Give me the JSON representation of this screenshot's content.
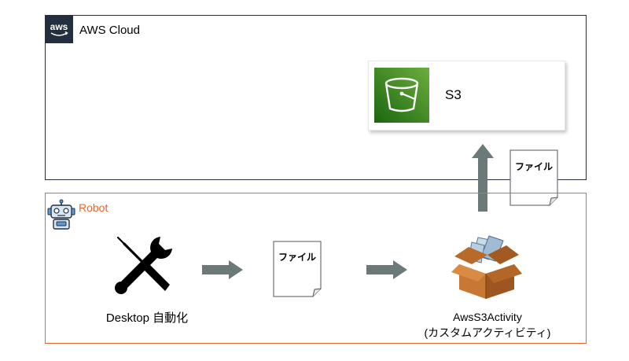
{
  "aws_group": {
    "title": "AWS Cloud",
    "icon": "aws-logo-icon"
  },
  "robot_group": {
    "title": "Robot",
    "icon": "robot-icon"
  },
  "s3": {
    "label": "S3",
    "icon": "s3-bucket-icon"
  },
  "file_upload": {
    "label": "ファイル",
    "icon": "document-icon"
  },
  "file_middle": {
    "label": "ファイル",
    "icon": "document-icon"
  },
  "desktop": {
    "label": "Desktop 自動化",
    "icon": "wrench-screwdriver-icon"
  },
  "activity": {
    "label_line1": "AwsS3Activity",
    "label_line2": "(カスタムアクティビティ)",
    "icon": "package-box-icon"
  },
  "colors": {
    "aws_border": "#232f3e",
    "robot_border": "#e8672e",
    "s3_green": "#3f8624",
    "arrow": "#6b7a79"
  }
}
